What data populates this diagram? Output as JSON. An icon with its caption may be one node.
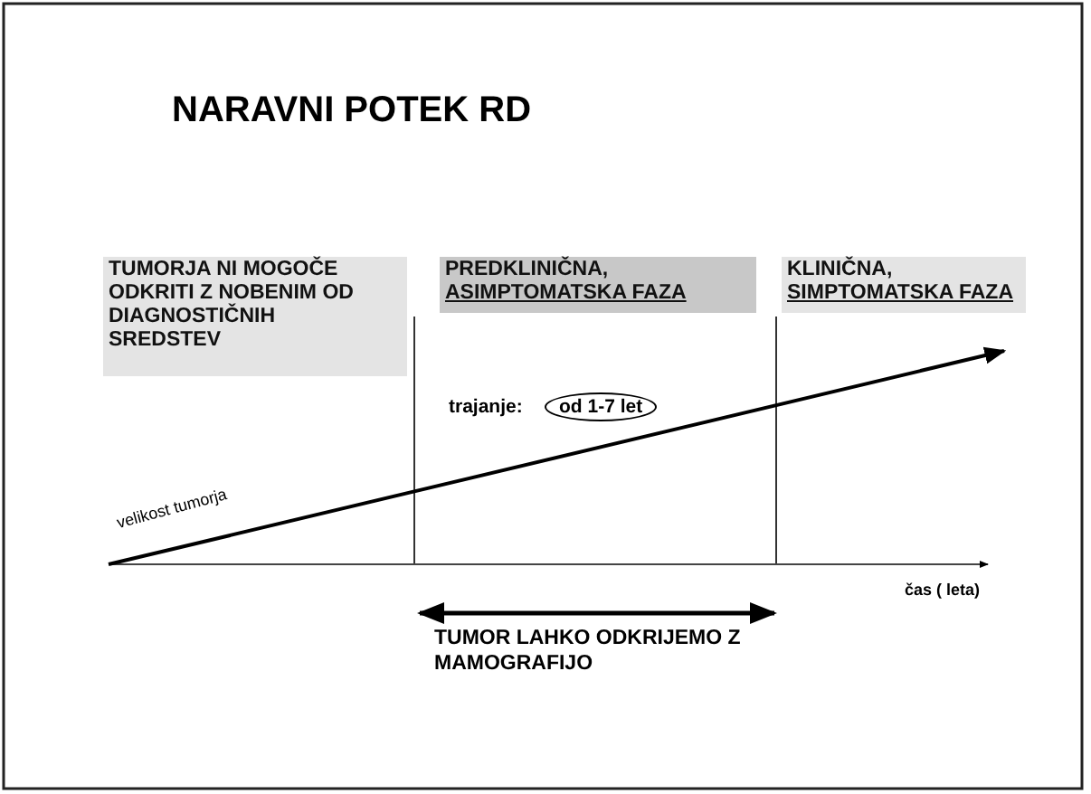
{
  "diagram": {
    "title": "NARAVNI POTEK RD",
    "nodes": [
      {
        "text": [
          "TUMORJA NI MOGOČE ODKRITI Z NOBENIM OD DIAGNOSTIČNIH SREDSTEV"
        ]
      },
      {
        "text": [
          "PREDKLINIČNA,",
          "ASIMPTOMATSKA FAZA"
        ]
      },
      {
        "text": [
          "KLINIČNA,",
          "SIMPTOMATSKA FAZA"
        ]
      },
      {
        "text": [
          "od 1-7 let"
        ]
      }
    ],
    "edges": [],
    "labels": [
      "trajanje:",
      "velikost tumorja",
      "čas ( leta)",
      "TUMOR LAHKO ODKRIJEMO Z MAMOGRAFIJO"
    ]
  }
}
